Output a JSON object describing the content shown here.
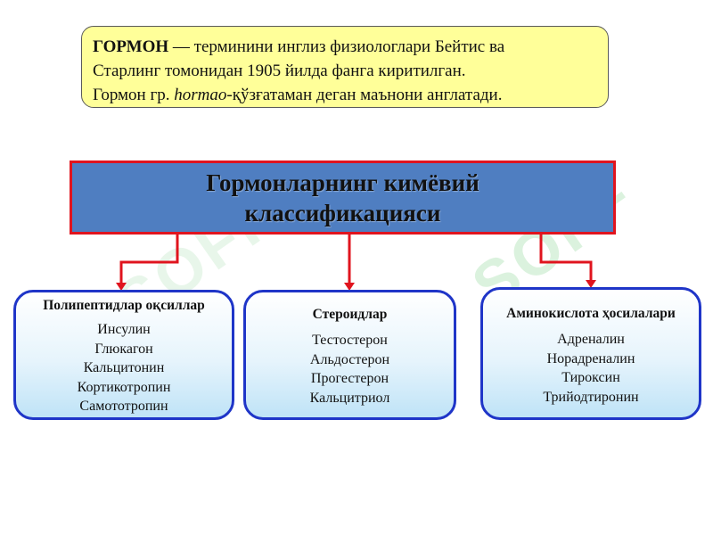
{
  "definition": {
    "term": "ГОРМОН",
    "line1_rest": " — терминини инглиз физиологлари  Бейтис ва",
    "line2": "Старлинг томонидан 1905 йилда фанга киритилган.",
    "line3_before": "Гормон  гр. ",
    "line3_italic": "hormao",
    "line3_after": "-қўзғатаман деган маънони англатади."
  },
  "title": "Гормонларнинг кимёвий классификацияси",
  "categories": [
    {
      "title": "Полипептидлар оқсиллар",
      "items": [
        "Инсулин",
        "Глюкагон",
        "Кальцитонин",
        "Кортикотропин",
        "Самототропин"
      ]
    },
    {
      "title": "Стероидлар",
      "items": [
        "Тестостерон",
        "Альдостерон",
        "Прогестерон",
        "Кальцитриол"
      ]
    },
    {
      "title": "Аминокислота ҳосилалари",
      "items": [
        "Адреналин",
        "Норадреналин",
        "Тироксин",
        "Трийодтиронин"
      ]
    }
  ],
  "colors": {
    "definition_bg": "#ffff99",
    "title_bg": "#4f7ec1",
    "title_border": "#e0141e",
    "connector": "#e0141e",
    "category_border": "#1f35c8"
  }
}
